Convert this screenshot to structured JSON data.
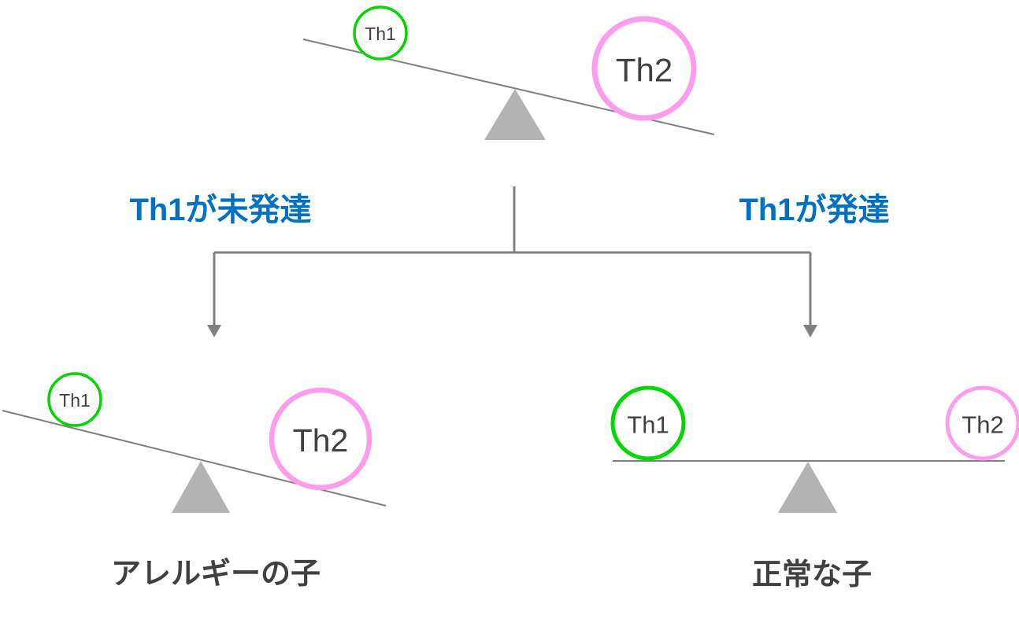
{
  "colors": {
    "th1_green": "#00d600",
    "th2_pink": "#ff9cee",
    "branch_blue": "#0070c0",
    "beam_gray": "#808080",
    "connector_gray": "#808080",
    "fulcrum_gray": "#b3b3b3",
    "label_dark": "#404040"
  },
  "top_balance": {
    "th1": "Th1",
    "th2": "Th2"
  },
  "branches": {
    "left_label": "Th1が未発達",
    "right_label": "Th1が発達"
  },
  "left_balance": {
    "th1": "Th1",
    "th2": "Th2",
    "caption": "アレルギーの子"
  },
  "right_balance": {
    "th1": "Th1",
    "th2": "Th2",
    "caption": "正常な子"
  }
}
